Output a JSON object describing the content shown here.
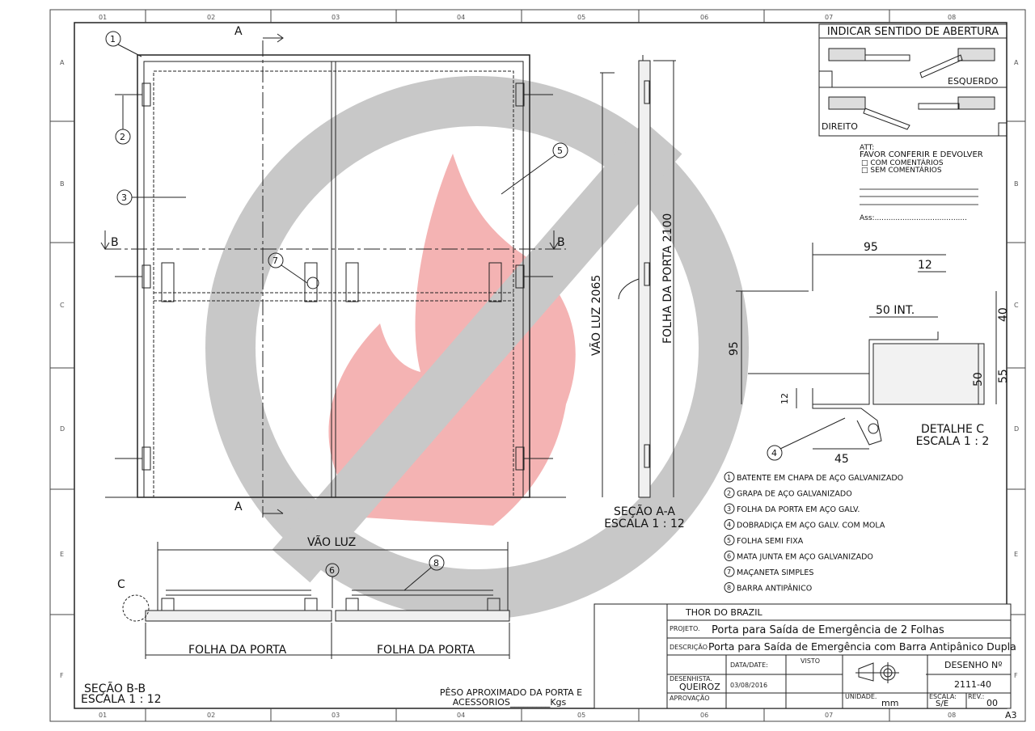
{
  "sheet": {
    "columns": [
      "01",
      "02",
      "03",
      "04",
      "05",
      "06",
      "07",
      "08"
    ],
    "rows": [
      "A",
      "B",
      "C",
      "D",
      "E",
      "F"
    ],
    "size": "A3"
  },
  "opening_box": {
    "title": "INDICAR SENTIDO DE ABERTURA",
    "left": "ESQUERDO",
    "right": "DIREITO",
    "att": "ATT:",
    "check": "FAVOR CONFERIR E DEVOLVER",
    "opt1": "□ COM COMENTÁRIOS",
    "opt2": "□  SEM COMENTÁRIOS",
    "sign": "Ass:........................................"
  },
  "front": {
    "section_a": "A",
    "section_b": "B",
    "callouts": [
      "1",
      "2",
      "3",
      "5",
      "7"
    ]
  },
  "section_aa": {
    "vao": "VÃO LUZ 2065",
    "folha": "FOLHA DA PORTA 2100",
    "title": "SEÇÃO A-A",
    "scale": "ESCALA 1 : 12"
  },
  "detail_c": {
    "d95top": "95",
    "d12": "12",
    "d50int": "50 INT.",
    "d40": "40",
    "d95left": "95",
    "d50": "50",
    "d55": "55",
    "d12b": "12",
    "d45": "45",
    "callout": "4",
    "title": "DETALHE C",
    "scale": "ESCALA 1 : 2"
  },
  "legend": [
    {
      "n": "1",
      "text": "BATENTE EM CHAPA DE AÇO GALVANIZADO"
    },
    {
      "n": "2",
      "text": "GRAPA DE AÇO GALVANIZADO"
    },
    {
      "n": "3",
      "text": "FOLHA DA PORTA EM AÇO GALV."
    },
    {
      "n": "4",
      "text": "DOBRADIÇA EM AÇO GALV. COM  MOLA"
    },
    {
      "n": "5",
      "text": "FOLHA SEMI FIXA"
    },
    {
      "n": "6",
      "text": "MATA JUNTA EM AÇO GALVANIZADO"
    },
    {
      "n": "7",
      "text": "MAÇANETA SIMPLES"
    },
    {
      "n": "8",
      "text": "BARRA ANTIPÂNICO"
    }
  ],
  "section_bb": {
    "vao": "VÃO LUZ",
    "folha1": "FOLHA DA PORTA",
    "folha2": "FOLHA DA PORTA",
    "c": "C",
    "c6": "6",
    "c8": "8",
    "title": "SEÇÃO B-B",
    "scale": "ESCALA 1 : 12"
  },
  "weight": {
    "line1": "PÊSO APROXIMADO DA PORTA E",
    "line2": "ACESSORIOS_________Kgs"
  },
  "title_block": {
    "company": "THOR DO BRAZIL",
    "projeto_label": "PROJETO.",
    "projeto": "Porta para Saída de Emergência de 2 Folhas",
    "descricao_label": "DESCRIÇÃO",
    "descricao": "Porta para Saída de Emergência com Barra Antipânico Dupla",
    "data_label": "DATA/DATE:",
    "visto_label": "VISTO",
    "desenho_label": "DESENHO Nº",
    "desenhista_label": "DESENHISTA.",
    "desenhista": "QUEIROZ",
    "date": "03/08/2016",
    "desenho": "2111-40",
    "aprovacao_label": "APROVAÇÃO",
    "unidade_label": "UNIDADE.",
    "unidade": "mm",
    "escala_label": "ESCALA:",
    "escala": "S/E",
    "rev_label": "REV.:",
    "rev": "00"
  },
  "colors": {
    "watermark_ring": "#c8c8c8",
    "watermark_flame": "#f4b3b3"
  }
}
